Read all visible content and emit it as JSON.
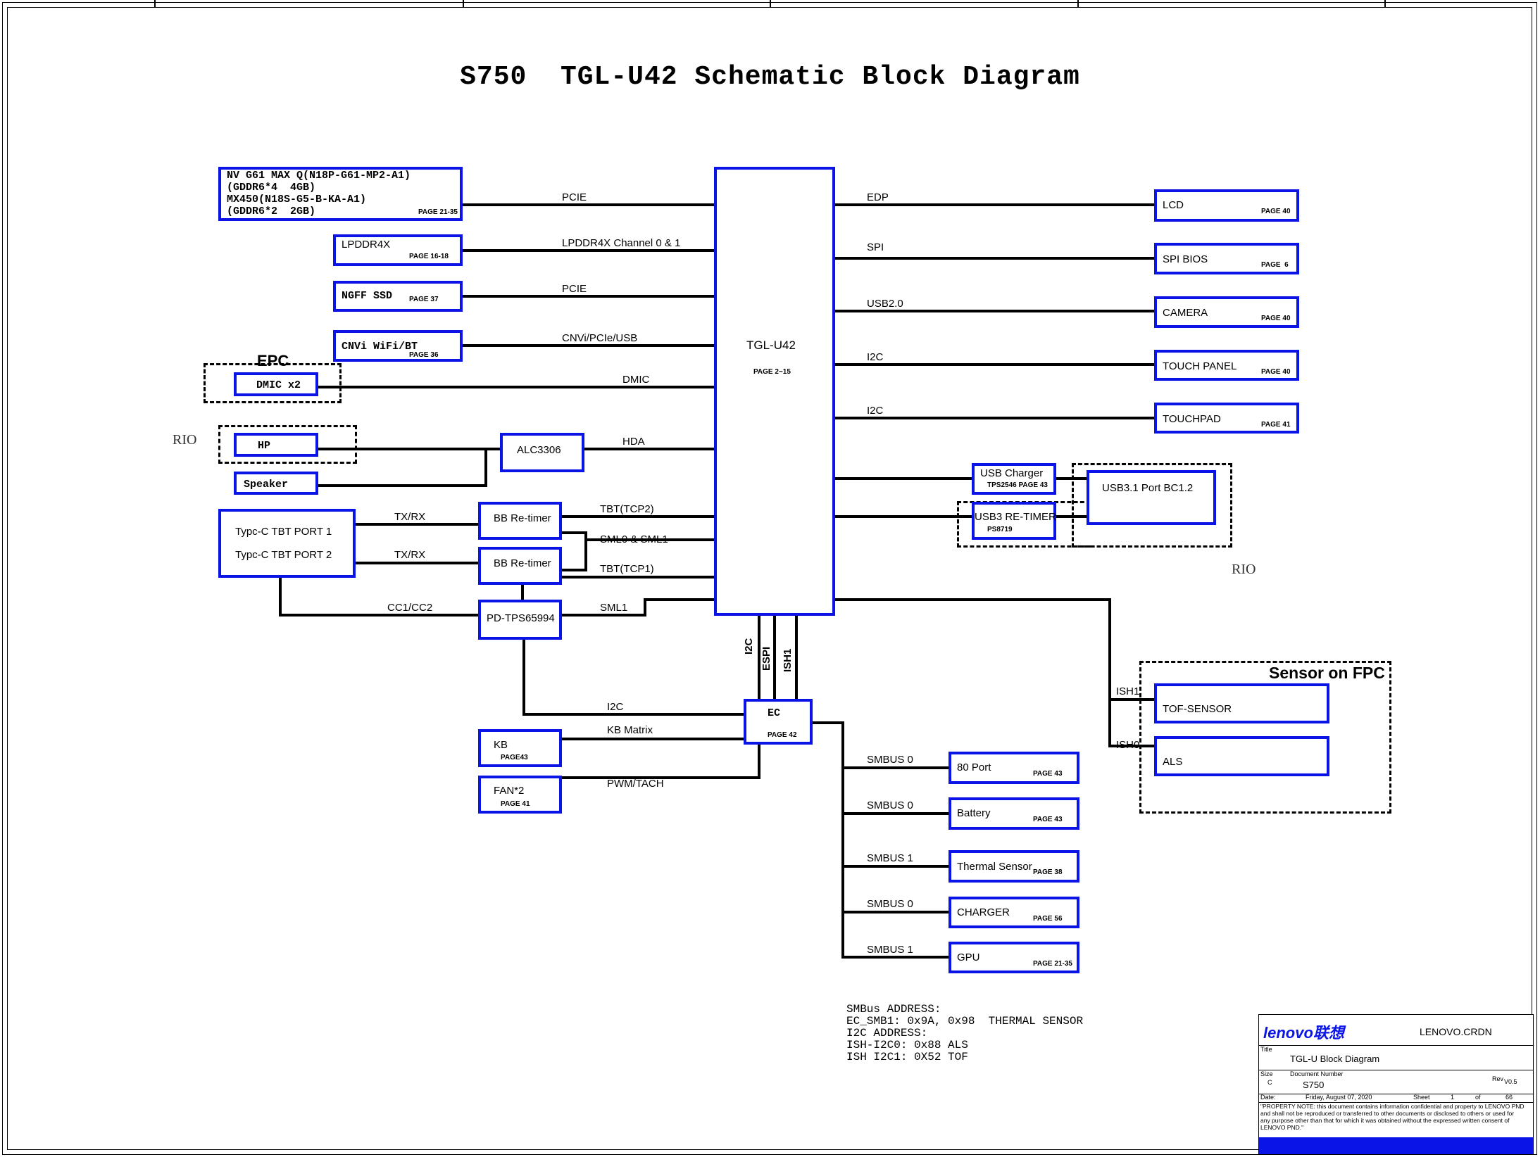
{
  "title": "S750  TGL-U42 Schematic Block Diagram",
  "cpu": {
    "name": "TGL-U42",
    "page": "PAGE 2~15"
  },
  "left_blocks": {
    "gpu": {
      "lines": [
        "NV G61 MAX Q(N18P-G61-MP2-A1)",
        "(GDDR6*4  4GB)",
        "MX450(N18S-G5-B-KA-A1)",
        "(GDDR6*2  2GB)"
      ],
      "page": "PAGE 21-35",
      "bus": "PCIE"
    },
    "lpddr4x": {
      "name": "LPDDR4X",
      "page": "PAGE 16-18",
      "bus": "LPDDR4X Channel 0 & 1"
    },
    "ssd": {
      "name": "NGFF SSD",
      "page": "PAGE 37",
      "bus": "PCIE"
    },
    "wifi": {
      "name": "CNVi WiFi/BT",
      "page": "PAGE 36",
      "bus": "CNVi/PCIe/USB"
    },
    "dmic": {
      "group": "EPC",
      "name": "DMIC x2",
      "bus": "DMIC"
    },
    "hp": {
      "name": "HP"
    },
    "speaker": {
      "name": "Speaker"
    },
    "codec": {
      "name": "ALC3306",
      "bus": "HDA"
    },
    "typec": {
      "lines": [
        "Typc-C TBT PORT 1",
        "Typc-C TBT PORT 2"
      ],
      "bus1": "TX/RX",
      "bus2": "TX/RX",
      "cc": "CC1/CC2"
    },
    "retimer1": {
      "name": "BB Re-timer",
      "bus": "TBT(TCP2)"
    },
    "sml": "SML0 & SML1",
    "retimer2": {
      "name": "BB Re-timer",
      "bus": "TBT(TCP1)"
    },
    "pd": {
      "name": "PD-TPS65994",
      "bus": "SML1"
    },
    "rio_left": "RIO"
  },
  "right_blocks": [
    {
      "name": "LCD",
      "page": "PAGE 40",
      "bus": "EDP"
    },
    {
      "name": "SPI BIOS",
      "page": "PAGE  6",
      "bus": "SPI"
    },
    {
      "name": "CAMERA",
      "page": "PAGE 40",
      "bus": "USB2.0"
    },
    {
      "name": "TOUCH PANEL",
      "page": "PAGE 40",
      "bus": "I2C"
    },
    {
      "name": "TOUCHPAD",
      "page": "PAGE 41",
      "bus": "I2C"
    }
  ],
  "usb": {
    "charger": {
      "name": "USB Charger",
      "sub": "TPS2546 PAGE 43"
    },
    "retimer": {
      "name": "USB3 RE-TIMER",
      "sub": "PS8719"
    },
    "port": {
      "name": "USB3.1 Port BC1.2"
    },
    "rio_right": "RIO"
  },
  "ec": {
    "name": "EC",
    "page": "PAGE 42",
    "uplinks": [
      "I2C",
      "ESPI",
      "ISH1"
    ],
    "i2c_label": "I2C",
    "kb": {
      "name": "KB",
      "page": "PAGE43",
      "bus": "KB Matrix"
    },
    "fan": {
      "name": "FAN*2",
      "page": "PAGE 41",
      "bus": "PWM/TACH"
    }
  },
  "smbus_devices": [
    {
      "bus": "SMBUS 0",
      "name": "80 Port",
      "page": "PAGE 43"
    },
    {
      "bus": "SMBUS 0",
      "name": "Battery",
      "page": "PAGE 43"
    },
    {
      "bus": "SMBUS 1",
      "name": "Thermal Sensor",
      "page": "PAGE 38"
    },
    {
      "bus": "SMBUS 0",
      "name": "CHARGER",
      "page": "PAGE 56"
    },
    {
      "bus": "SMBUS 1",
      "name": "GPU",
      "page": "PAGE 21-35"
    }
  ],
  "sensors": {
    "group": "Sensor on FPC",
    "tof": {
      "name": "TOF-SENSOR",
      "bus": "ISH1"
    },
    "als": {
      "name": "ALS",
      "bus": "ISH0"
    }
  },
  "notes": [
    "SMBus ADDRESS:",
    "EC_SMB1: 0x9A, 0x98  THERMAL SENSOR",
    "I2C ADDRESS:",
    "ISH-I2C0: 0x88 ALS",
    "ISH I2C1: 0X52 TOF"
  ],
  "title_block": {
    "brand": "lenovo联想",
    "company": "LENOVO.CRDN",
    "title_label": "Title",
    "title": "TGL-U Block Diagram",
    "size_label": "Size",
    "size": "C",
    "docnum_label": "Document Number",
    "docnum": "S750",
    "rev_label": "Rev",
    "rev": "V0.5",
    "date_label": "Date:",
    "date": "Friday, August 07, 2020",
    "sheet_label": "Sheet",
    "sheet": "1",
    "of_label": "of",
    "total": "66",
    "note": "\"PROPERTY NOTE: this document contains information confidential and property to LENOVO PND and shall not be reproduced or transferred to other documents or disclosed to others or used for any purpose other than that for which it was obtained without the expressed written consent of LENOVO PND.\"",
    "brand_color": "#0a14e6"
  },
  "colors": {
    "block_border": "#0a14e6",
    "wire": "#000000"
  }
}
